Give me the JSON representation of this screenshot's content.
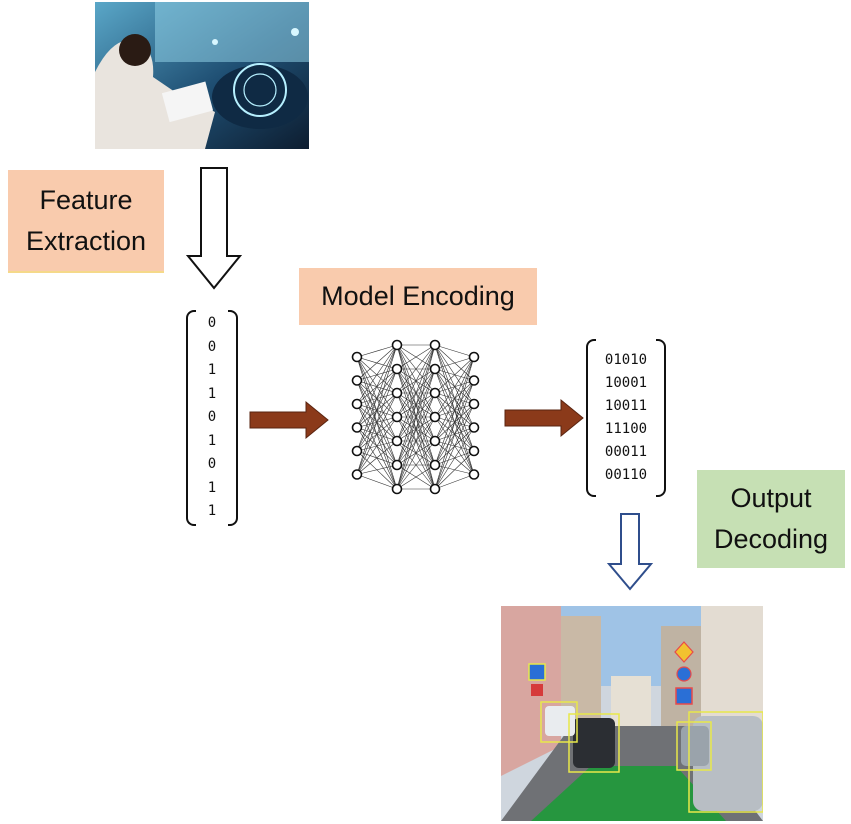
{
  "labels": {
    "feature_line1": "Feature",
    "feature_line2": "Extraction",
    "model_encoding": "Model Encoding",
    "output_line1": "Output",
    "output_line2": "Decoding"
  },
  "input_vector": [
    "0",
    "0",
    "1",
    "1",
    "0",
    "1",
    "0",
    "1",
    "1"
  ],
  "output_vector": [
    "01010",
    "10001",
    "10011",
    "11100",
    "00011",
    "00110"
  ],
  "colors": {
    "encode_label_bg": "#f9cbad",
    "decode_label_bg": "#c6e0b4",
    "arrow_brown": "#8b3a1a",
    "arrow_blue": "#2f4e8c"
  }
}
